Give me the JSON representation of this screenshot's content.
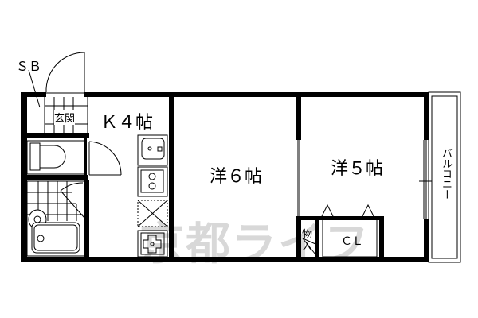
{
  "floorplan": {
    "labels": {
      "sb": "ＳＢ",
      "genkan": "玄関",
      "kitchen": "Ｋ４帖",
      "room6": "洋６帖",
      "room5": "洋５帖",
      "storage": "物入",
      "closet": "ＣＬ",
      "balcony": "バルコニー"
    },
    "watermark": "京都ライフ",
    "colors": {
      "wall": "#000000",
      "background": "#ffffff",
      "watermark": "#d8d8d8"
    }
  }
}
